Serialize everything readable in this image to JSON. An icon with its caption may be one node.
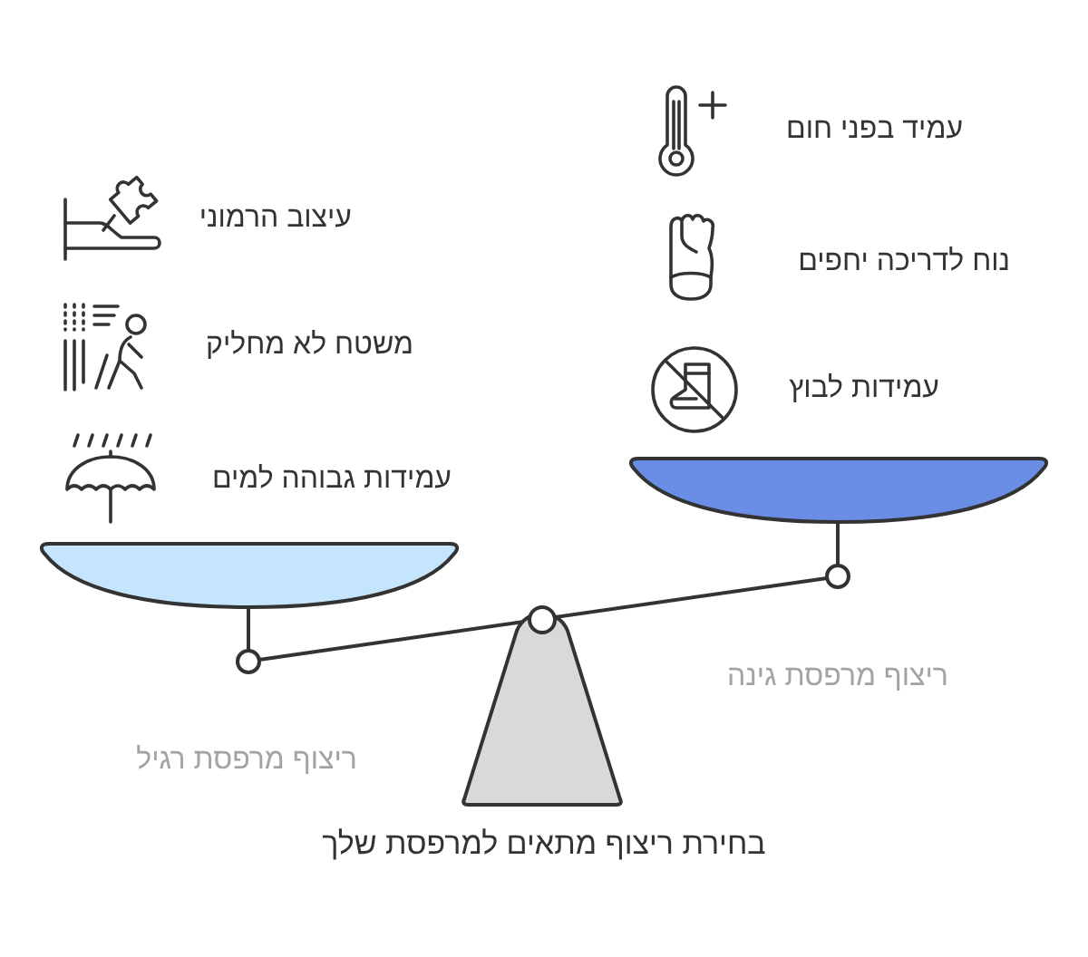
{
  "diagram": {
    "caption": "בחירת ריצוף מתאים למרפסת שלך",
    "labels": [
      "עמיד בפני חום",
      "עיצוב הרמוני",
      "נוח לדריכה יחפים",
      "משטח לא מחליק",
      "עמידות לבוץ",
      "עמידות גבוהה למים",
      "ריצוף מרפסת גינה",
      "ריצוף מרפסת רגיל"
    ]
  }
}
